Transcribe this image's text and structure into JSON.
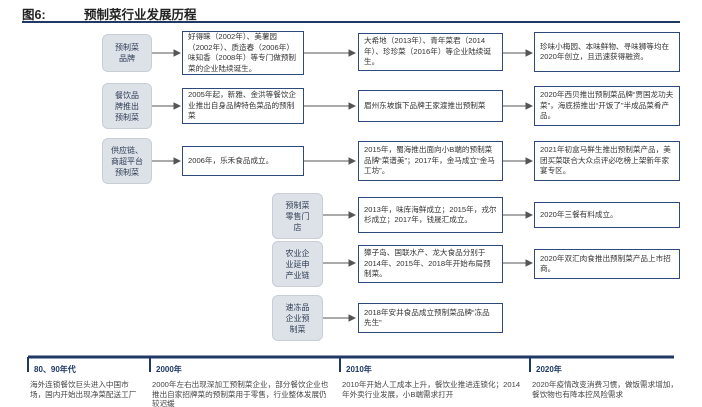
{
  "header": {
    "figure_number": "图6:",
    "title": "预制菜行业发展历程"
  },
  "categories": [
    {
      "id": "brand",
      "text": "预制菜\n品牌"
    },
    {
      "id": "catering",
      "text": "餐饮品\n牌推出\n预制菜"
    },
    {
      "id": "supply",
      "text": "供应链、\n商超平台\n预制菜"
    },
    {
      "id": "retail",
      "text": "预制菜\n零售门\n店"
    },
    {
      "id": "agri",
      "text": "农业企\n业延申\n产业链"
    },
    {
      "id": "frozen",
      "text": "速冻品\n企业预\n制菜"
    }
  ],
  "boxes": {
    "brand_2000": "好得睐（2002年）、美薯园（2002年）、质造春（2006年）味知香（2008年）等专门做预制菜的企业陆续诞生。",
    "brand_2010": "大希地（2013年）、青年菜君（2014年）、珍珍菜（2016年）等企业陆续诞生。",
    "brand_2020": "珍味小梅园、本味鲜物、寻味狮等均在2020年创立，且迅速获得融资。",
    "catering_2000": "2005年起，新雅、金洪等餐饮企业推出自身品牌特色菜品的预制菜",
    "catering_2010": "眉州东坡旗下品牌王家渡推出预制菜",
    "catering_2020": "2020年西贝推出预制菜品牌“贾国龙功夫菜”，海底捞推出“开饭了”半成品菜肴产品。",
    "supply_2000": "2006年，乐禾食品成立。",
    "supply_2010": "2015年，蜀海推出面向小B端的预制菜品牌“菜谱美”；2017年，金马成立“金马工坊”。",
    "supply_2020": "2021年初盒马鲜生推出预制菜产品，美团买菜联合大众点评必吃榜上架新年家宴专区。",
    "retail_2010": "2013年，味库海鲜成立；2015年，戎尔杉成立；2017年，钱晟汇成立。",
    "retail_2020": "2020年三餐有料成立。",
    "agri_2010": "獐子岛、国联水产、龙大食品分别于2014年、2015年、2018年开始布局预制菜。",
    "agri_2020": "2020年双汇肉食推出预制菜产品上市招商。",
    "frozen_2010": "2018年安井食品成立预制菜品牌“冻品先生”"
  },
  "timeline": [
    {
      "label": "80、90年代",
      "text": "海外连锁餐饮巨头进入中国市场，国内开始出现净菜配送工厂"
    },
    {
      "label": "2000年",
      "text": "2000年左右出现深加工预制菜企业，部分餐饮企业也推出自家招牌菜的预制菜用于零售，行业整体发展仍较迟缓"
    },
    {
      "label": "2010年",
      "text": "2010年开始人工成本上升，餐饮业推进连锁化；2014年外卖行业发展，小B端需求打开"
    },
    {
      "label": "2020年",
      "text": "2020年疫情改变消费习惯，做饭需求增加，餐饮物也有降本控风险需求"
    }
  ],
  "colors": {
    "accent": "#1f3864",
    "category_fill": "#dde1e8",
    "box_border": "#2e4a7a"
  }
}
